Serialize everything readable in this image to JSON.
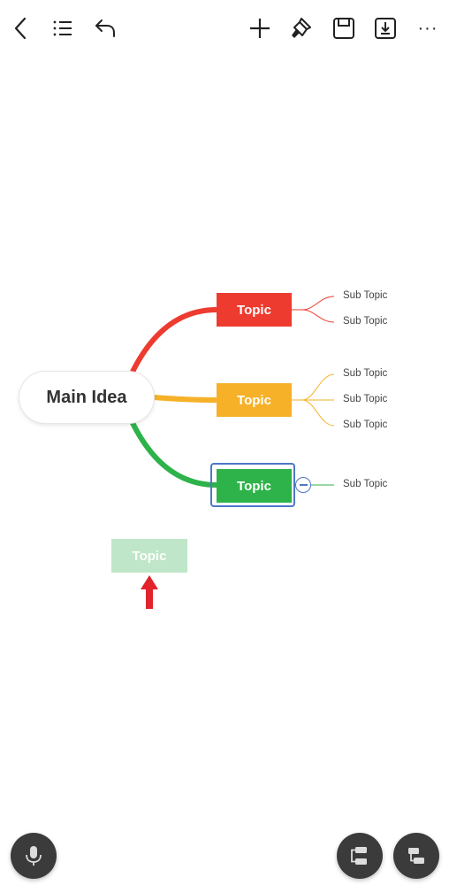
{
  "toolbar": {
    "back": "chevron-left-icon",
    "outline": "list-icon",
    "undo": "undo-icon",
    "add": "plus-icon",
    "style": "paint-brush-icon",
    "save": "save-icon",
    "export": "download-icon",
    "more": "more-dots-icon",
    "more_glyph": "···"
  },
  "mindmap": {
    "main_idea": "Main Idea",
    "topics": [
      {
        "label": "Topic",
        "color": "#ee3b2f",
        "subtopics": [
          "Sub Topic",
          "Sub Topic"
        ]
      },
      {
        "label": "Topic",
        "color": "#f6b128",
        "subtopics": [
          "Sub Topic",
          "Sub Topic",
          "Sub Topic"
        ]
      },
      {
        "label": "Topic",
        "color": "#2eb24a",
        "selected": true,
        "subtopics": [
          "Sub Topic"
        ]
      }
    ],
    "drag_ghost": "Topic"
  },
  "fabs": {
    "voice": "microphone-icon",
    "layout_a": "layout-icon",
    "layout_b": "layout-alt-icon"
  },
  "colors": {
    "accent_blue": "#4f77c7",
    "drag_ghost": "#bfe6c8",
    "arrow": "#e3232b"
  }
}
